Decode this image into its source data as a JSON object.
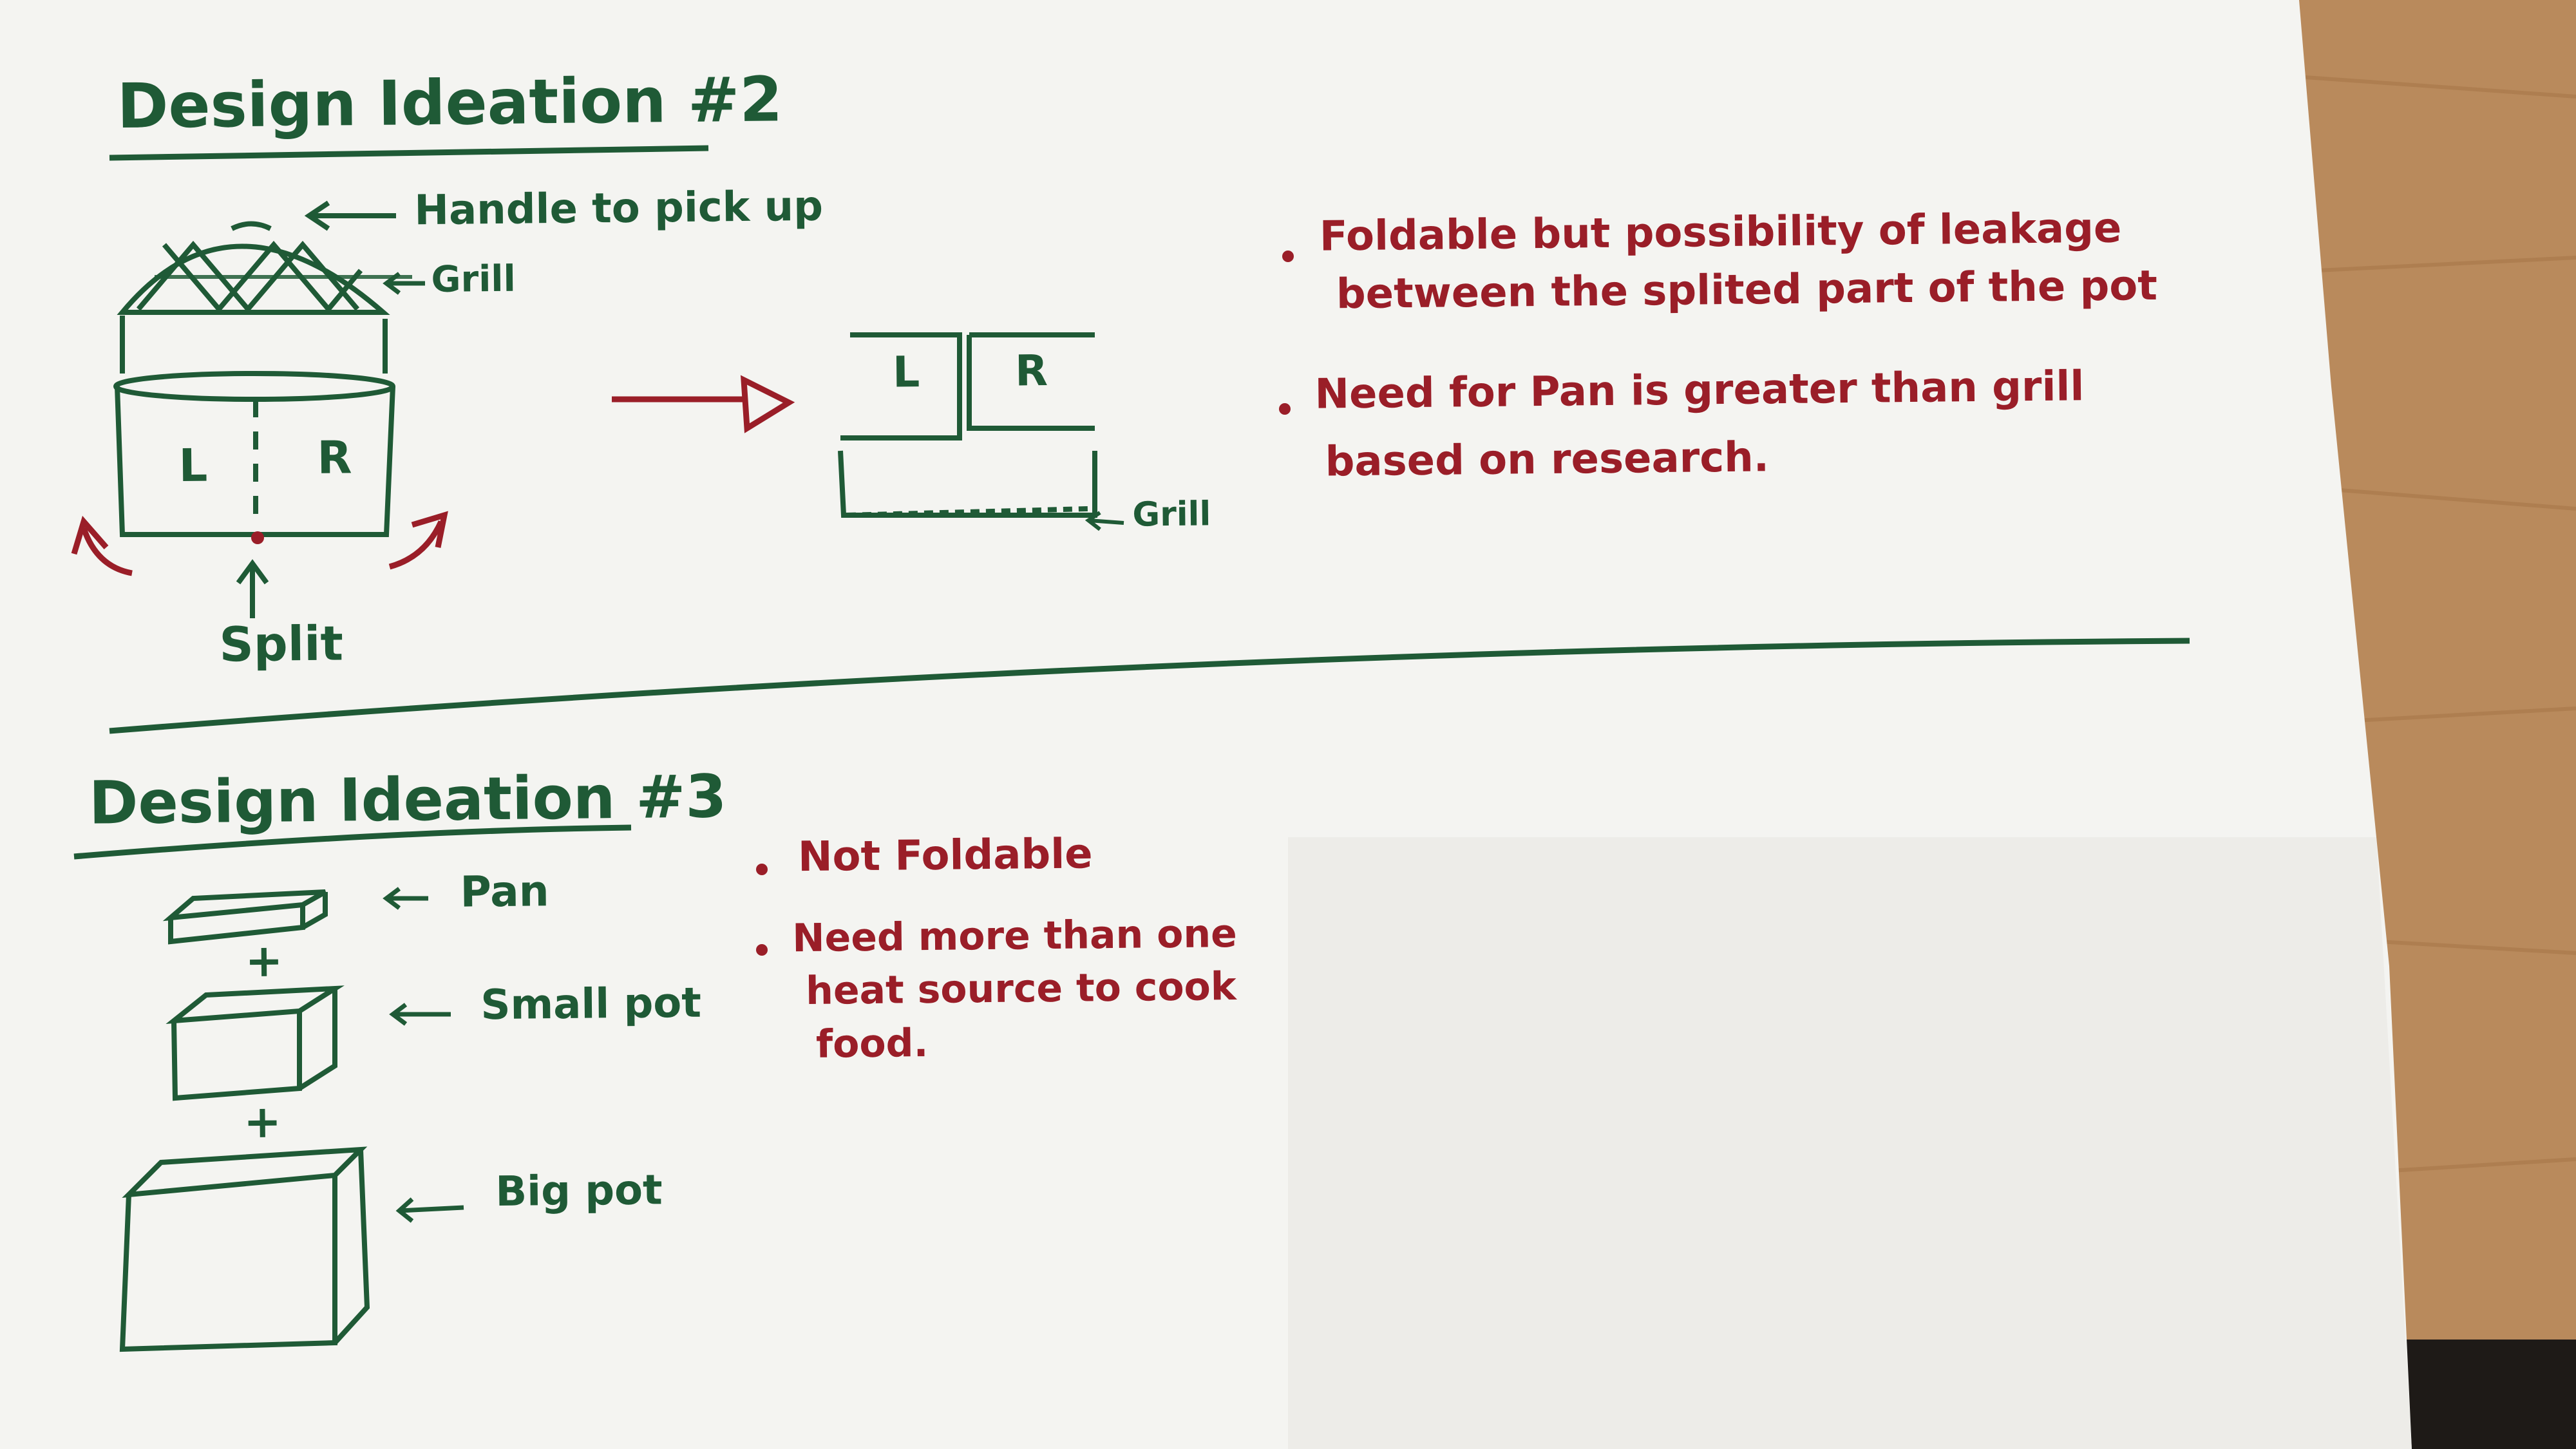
{
  "colors": {
    "green_ink": "#1f5a36",
    "red_ink": "#9a1e28",
    "paper": "#f4f4f1",
    "table": "#b98a5c"
  },
  "sketch2": {
    "title": "Design Ideation #2",
    "label_handle": "Handle to pick up",
    "label_grill": "Grill",
    "label_left": "L",
    "label_right": "R",
    "label_split": "Split",
    "side_left": "L",
    "side_right": "R",
    "side_grill": "Grill",
    "note1_line1": "Foldable but possibility of leakage",
    "note1_line2": "between the splited part of the pot",
    "note2_line1": "Need for Pan is greater than grill",
    "note2_line2": "based on research."
  },
  "sketch3": {
    "title": "Design Ideation #3",
    "label_pan": "Pan",
    "label_small_pot": "Small pot",
    "label_big_pot": "Big pot",
    "plus": "+",
    "note1": "Not Foldable",
    "note2_line1": "Need more than one",
    "note2_line2": "heat source to cook",
    "note2_line3": "food."
  }
}
